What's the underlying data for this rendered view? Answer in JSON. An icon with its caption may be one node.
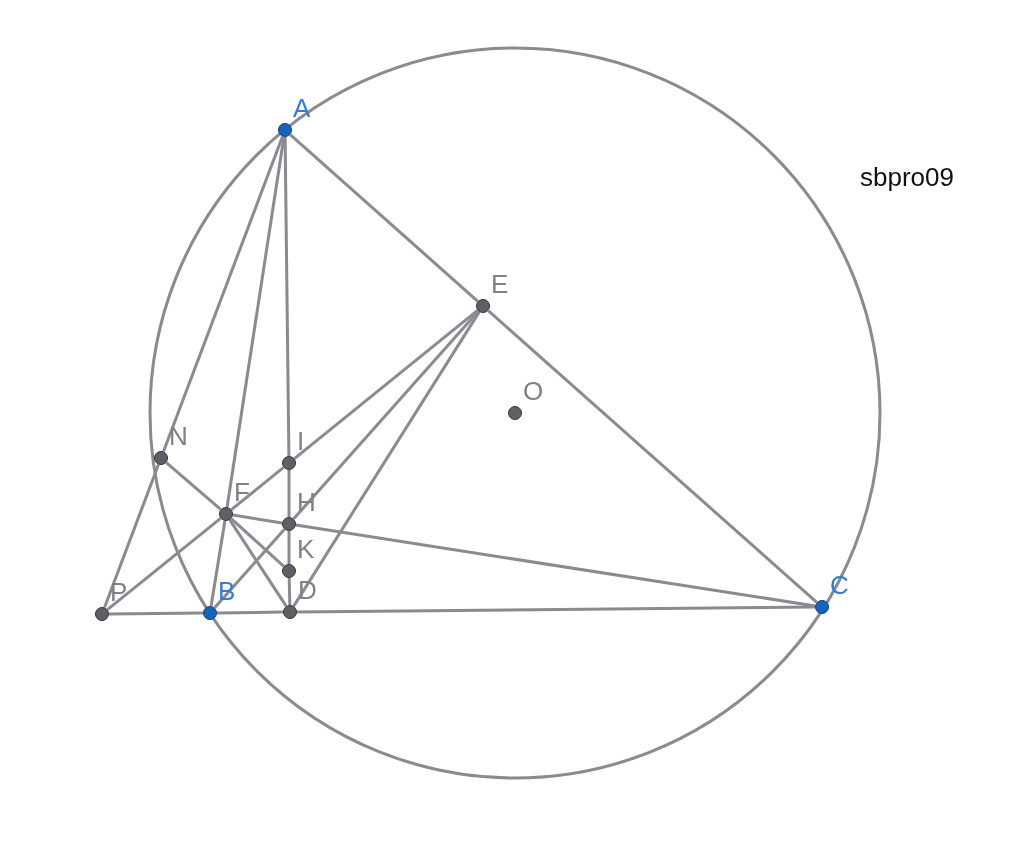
{
  "diagram": {
    "nodes": [
      {
        "text": [
          "A"
        ]
      },
      {
        "text": [
          "E"
        ]
      },
      {
        "text": [
          "O"
        ]
      },
      {
        "text": [
          "N"
        ]
      },
      {
        "text": [
          "I"
        ]
      },
      {
        "text": [
          "F"
        ]
      },
      {
        "text": [
          "H"
        ]
      },
      {
        "text": [
          "K"
        ]
      },
      {
        "text": [
          "P"
        ]
      },
      {
        "text": [
          "B"
        ]
      },
      {
        "text": [
          "D"
        ]
      },
      {
        "text": [
          "C"
        ]
      }
    ],
    "edges": [
      {
        "from": 0,
        "to": 1,
        "arrow": "none"
      },
      {
        "from": 1,
        "to": 11,
        "arrow": "none"
      },
      {
        "from": 0,
        "to": 3,
        "arrow": "none"
      },
      {
        "from": 0,
        "to": 5,
        "arrow": "none"
      },
      {
        "from": 5,
        "to": 9,
        "arrow": "none"
      },
      {
        "from": 0,
        "to": 4,
        "arrow": "none"
      },
      {
        "from": 4,
        "to": 6,
        "arrow": "none"
      },
      {
        "from": 6,
        "to": 7,
        "arrow": "none"
      },
      {
        "from": 7,
        "to": 10,
        "arrow": "none"
      },
      {
        "from": 3,
        "to": 8,
        "arrow": "none"
      },
      {
        "from": 3,
        "to": 5,
        "arrow": "none"
      },
      {
        "from": 5,
        "to": 7,
        "arrow": "none"
      },
      {
        "from": 5,
        "to": 10,
        "arrow": "none"
      },
      {
        "from": 8,
        "to": 5,
        "arrow": "none"
      },
      {
        "from": 5,
        "to": 4,
        "arrow": "none"
      },
      {
        "from": 4,
        "to": 1,
        "arrow": "none"
      },
      {
        "from": 9,
        "to": 6,
        "arrow": "none"
      },
      {
        "from": 6,
        "to": 1,
        "arrow": "none"
      },
      {
        "from": 1,
        "to": 10,
        "arrow": "none"
      },
      {
        "from": 5,
        "to": 6,
        "arrow": "none"
      },
      {
        "from": 6,
        "to": 11,
        "arrow": "none"
      },
      {
        "from": 8,
        "to": 9,
        "arrow": "none"
      },
      {
        "from": 9,
        "to": 10,
        "arrow": "none"
      },
      {
        "from": 10,
        "to": 11,
        "arrow": "none"
      }
    ],
    "labels": [
      "sbpro09"
    ]
  }
}
